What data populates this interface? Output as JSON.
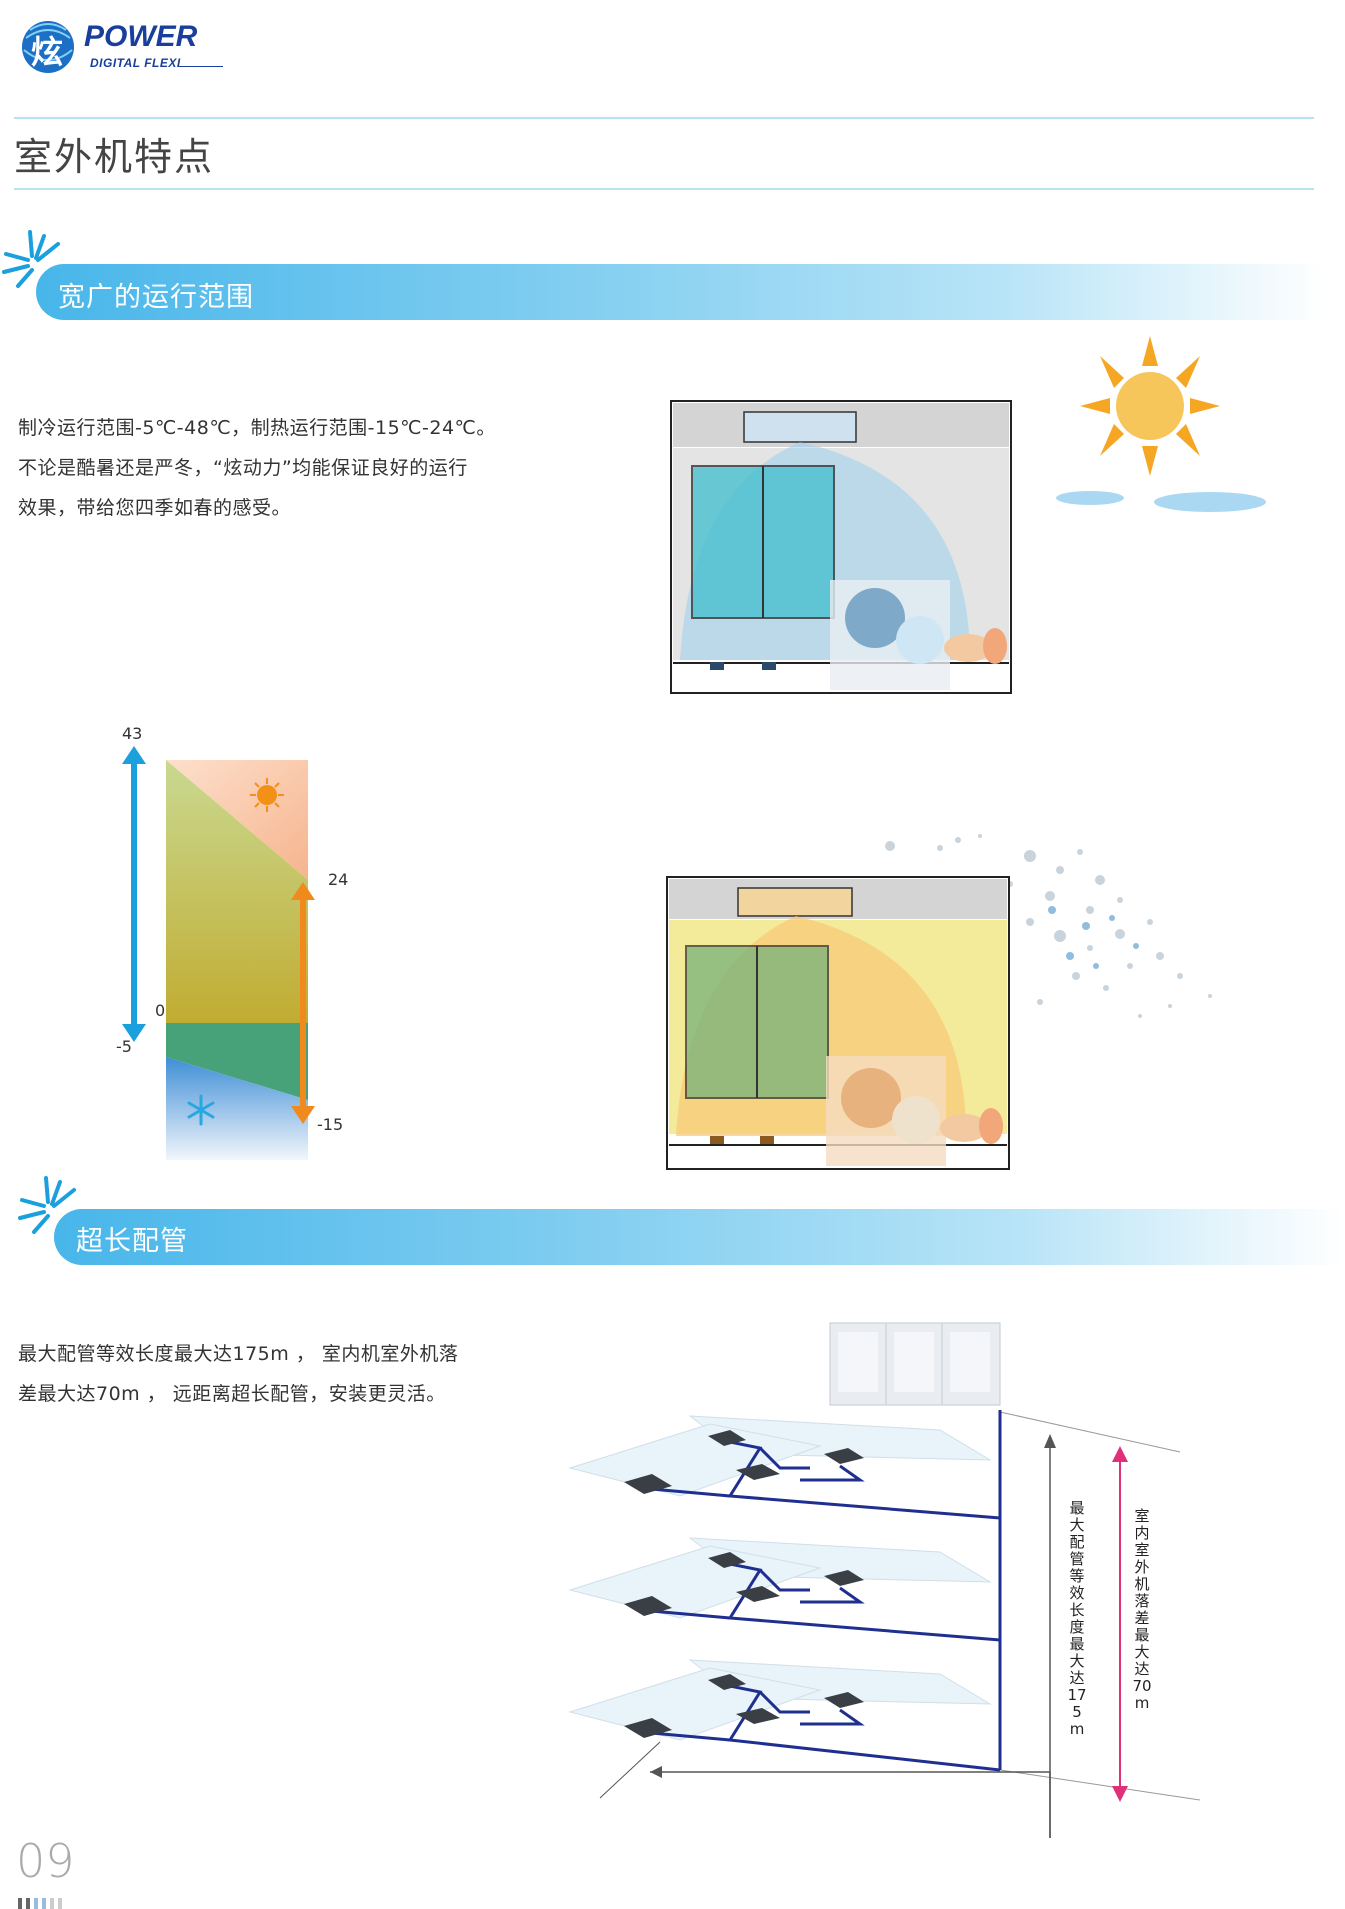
{
  "logo": {
    "char": "炫",
    "word": "POWER",
    "sub": "DIGITAL FLEXI"
  },
  "page_title": "室外机特点",
  "section1": {
    "title": "宽广的运行范围",
    "lines": [
      "制冷运行范围-5℃-48℃，制热运行范围-15℃-24℃。",
      "不论是酷暑还是严冬，“炫动力”均能保证良好的运行",
      "效果，带给您四季如春的感受。"
    ]
  },
  "temp_chart": {
    "cool_top": "43",
    "cool_bottom": "-5",
    "zero": "0",
    "heat_top": "24",
    "heat_bottom": "-15"
  },
  "section2": {
    "title": "超长配管",
    "lines": [
      "最大配管等效长度最大达175m ， 室内机室外机落",
      "差最大达70m ， 远距离超长配管，安装更灵活。"
    ]
  },
  "pipe_diagram": {
    "label_length": "最大配管等效长度最大达175m",
    "label_height": "室内室外机落差最大达70m"
  },
  "footer": {
    "page_number": "09"
  },
  "colors": {
    "accent_blue": "#29a8e0",
    "orange": "#f08a1d",
    "pipe_navy": "#1f2f8f",
    "magenta": "#e0307a"
  }
}
